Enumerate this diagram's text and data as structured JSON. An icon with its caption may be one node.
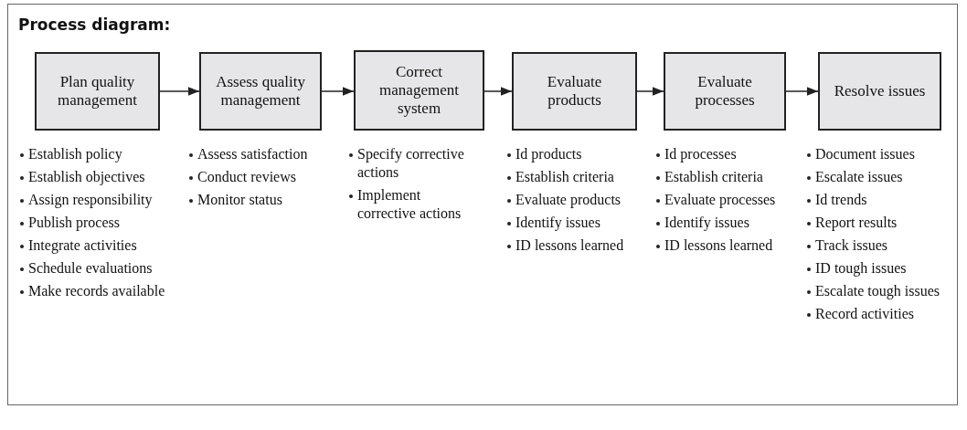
{
  "diagram": {
    "title": "Process diagram:",
    "nodes": [
      {
        "text": [
          "Plan quality management"
        ],
        "beside": [
          "Establish policy",
          "Establish objectives",
          "Assign responsibility",
          "Publish process",
          "Integrate activities",
          "Schedule evaluations",
          "Make records available"
        ]
      },
      {
        "text": [
          "Assess quality management"
        ],
        "beside": [
          "Assess satisfaction",
          "Conduct reviews",
          "Monitor status"
        ]
      },
      {
        "text": [
          "Correct management system"
        ],
        "beside": [
          "Specify corrective actions",
          "Implement corrective actions"
        ]
      },
      {
        "text": [
          "Evaluate products"
        ],
        "beside": [
          "Id products",
          "Establish criteria",
          "Evaluate products",
          "Identify issues",
          "ID lessons learned"
        ]
      },
      {
        "text": [
          "Evaluate processes"
        ],
        "beside": [
          "Id processes",
          "Establish criteria",
          "Evaluate processes",
          "Identify issues",
          "ID lessons learned"
        ]
      },
      {
        "text": [
          "Resolve issues"
        ],
        "beside": [
          "Document issues",
          "Escalate issues",
          "Id trends",
          "Report results",
          "Track issues",
          "ID tough issues",
          "Escalate tough issues",
          "Record activities"
        ]
      }
    ],
    "edges": [
      {
        "from": 0,
        "to": 1,
        "arrow": "to"
      },
      {
        "from": 1,
        "to": 2,
        "arrow": "to"
      },
      {
        "from": 2,
        "to": 3,
        "arrow": "to"
      },
      {
        "from": 3,
        "to": 4,
        "arrow": "to"
      },
      {
        "from": 4,
        "to": 5,
        "arrow": "to"
      }
    ]
  }
}
